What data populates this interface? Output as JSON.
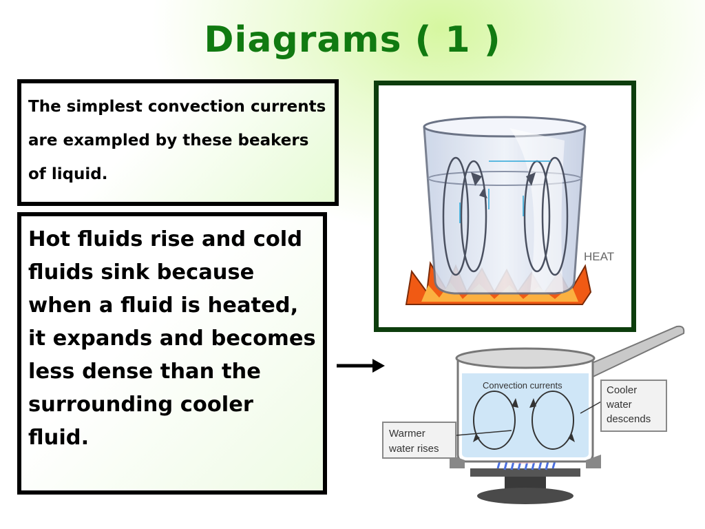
{
  "title": "Diagrams ( 1 )",
  "box_top_text": "The simplest convection currents are exampled by these beakers of liquid.",
  "box_main_text": "Hot fluids rise and cold fluids sink because when a fluid is heated, it expands and becomes less dense than the surrounding cooler fluid.",
  "beaker_diagram": {
    "heat_label": "HEAT"
  },
  "pan_diagram": {
    "convection_label": "Convection currents",
    "cooler_label": [
      "Cooler",
      "water",
      "descends"
    ],
    "warmer_label": [
      "Warmer",
      "water rises"
    ]
  },
  "colors": {
    "title": "#117a11",
    "frame": "#0d3d0d",
    "flame": "#f05a14",
    "water": "#cfe6f7",
    "burner_flame": "#4a6fe0"
  }
}
